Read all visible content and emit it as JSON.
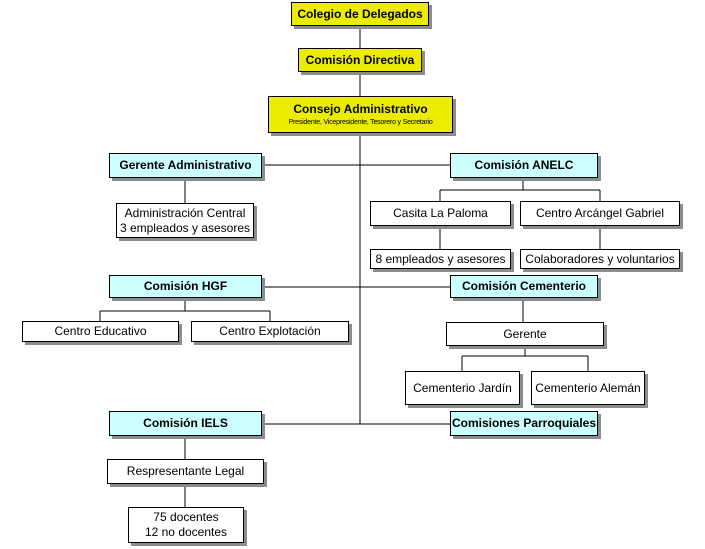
{
  "org_chart": {
    "colegio": "Colegio de Delegados",
    "comision_directiva": "Comisión Directiva",
    "consejo": {
      "title": "Consejo Administrativo",
      "subtitle": "Presidente, Vicepresidente, Tesorero y Secretario"
    },
    "gerente_admin": "Gerente Administrativo",
    "administracion_central": {
      "line1": "Administración Central",
      "line2": "3 empleados y asesores"
    },
    "comision_anelc": "Comisión ANELC",
    "casita_la_paloma": "Casita La Paloma",
    "centro_arcangel": "Centro Arcángel Gabriel",
    "empleados_asesores": "8 empleados y asesores",
    "colaboradores": "Colaboradores y voluntarios",
    "comision_hgf": "Comisión HGF",
    "centro_educativo": "Centro Educativo",
    "centro_explotacion": "Centro Explotación",
    "comision_cementerio": "Comisión Cementerio",
    "gerente": "Gerente",
    "cementerio_jardin": "Cementerio Jardín",
    "cementerio_aleman": "Cementerio Alemán",
    "comision_iels": "Comisión IELS",
    "comisiones_parroquiales": "Comisiones Parroquiales",
    "representante_legal": "Respresentante Legal",
    "docentes": {
      "line1": "75 docentes",
      "line2": "12 no docentes"
    }
  }
}
